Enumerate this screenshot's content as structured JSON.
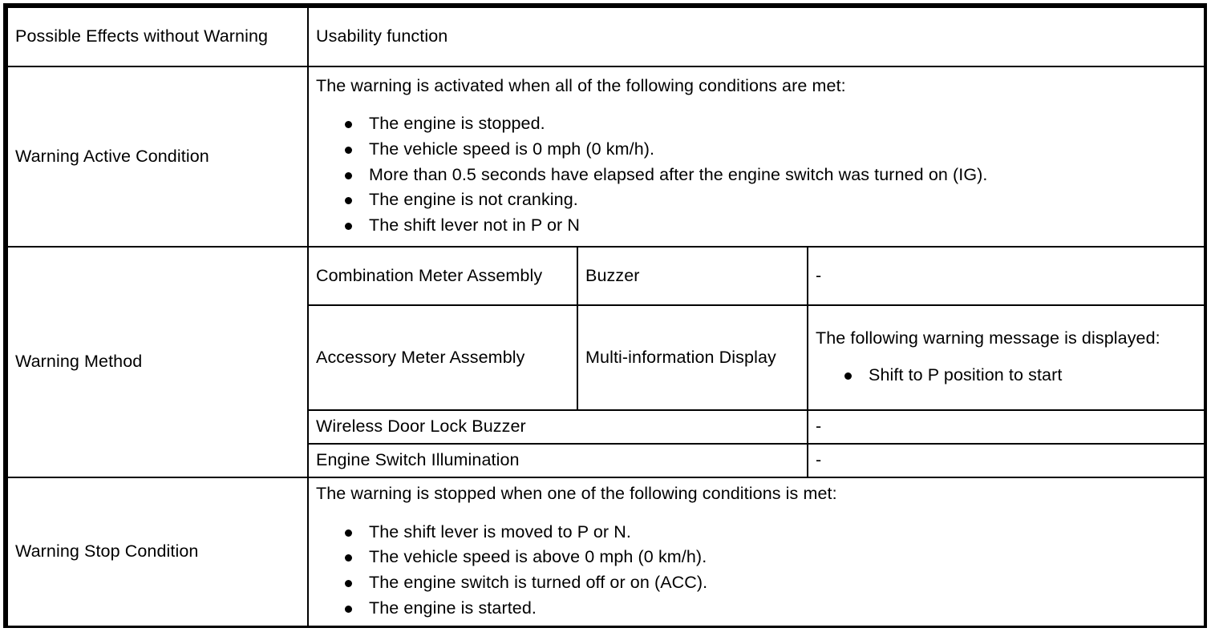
{
  "table": {
    "rows": [
      {
        "label": "Possible Effects without Warning",
        "value": "Usability function"
      },
      {
        "label": "Warning Active Condition",
        "intro": "The warning is activated when all of the following conditions are met:",
        "bullets": [
          "The engine is stopped.",
          "The vehicle speed is 0 mph (0 km/h).",
          "More than 0.5 seconds have elapsed after the engine switch was turned on (IG).",
          "The engine is not cranking.",
          "The shift lever not in P or N"
        ]
      },
      {
        "label": "Warning Method",
        "methods": [
          {
            "device": "Combination Meter Assembly",
            "component": "Buzzer",
            "detail": "-"
          },
          {
            "device": "Accessory Meter Assembly",
            "component": "Multi-information Display",
            "detail_intro": "The following warning message is displayed:",
            "detail_bullets": [
              "Shift to P position to start"
            ]
          },
          {
            "device": "Wireless Door Lock Buzzer",
            "detail": "-"
          },
          {
            "device": "Engine Switch Illumination",
            "detail": "-"
          }
        ]
      },
      {
        "label": "Warning Stop Condition",
        "intro": "The warning is stopped when one of the following conditions is met:",
        "bullets": [
          "The shift lever is moved to P or N.",
          "The vehicle speed is above 0 mph (0 km/h).",
          "The engine switch is turned off or on (ACC).",
          "The engine is started."
        ]
      }
    ]
  },
  "colors": {
    "border": "#000000",
    "text": "#000000",
    "background": "#ffffff"
  }
}
